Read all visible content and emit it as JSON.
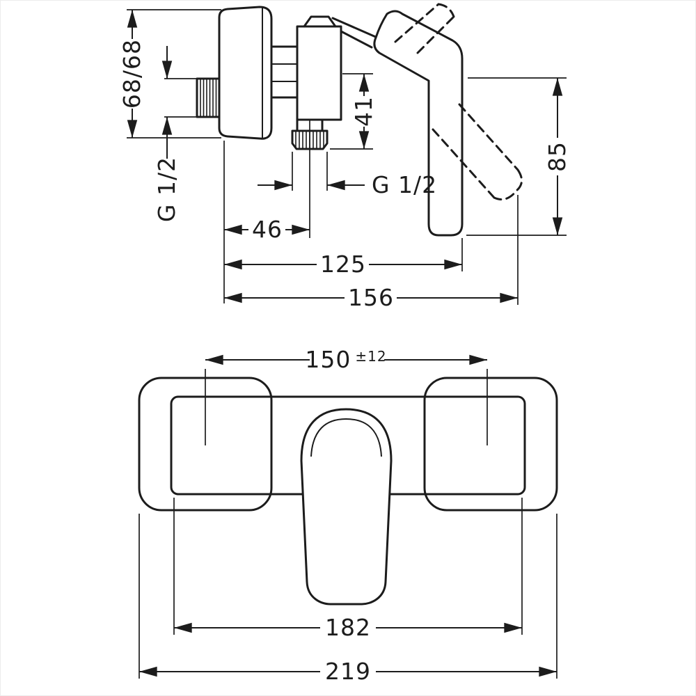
{
  "page": {
    "background": "#ffffff",
    "ink_color": "#1c1c1c",
    "description": "Technical dimension drawing of a single-lever exposed shower mixer: side view (top) and front view (bottom)"
  },
  "side_view": {
    "dimensions": {
      "plate_height": "68/68",
      "inlet_thread": "G 1/2",
      "outlet_offset": "41",
      "outlet_thread": "G 1/2",
      "handle_drop": "85",
      "wall_to_outlet": "46",
      "wall_to_handle": "125",
      "total_depth": "156"
    }
  },
  "front_view": {
    "dimensions": {
      "connection_centers": "150",
      "connection_tolerance": "±12",
      "body_width": "182",
      "overall_width": "219"
    }
  }
}
